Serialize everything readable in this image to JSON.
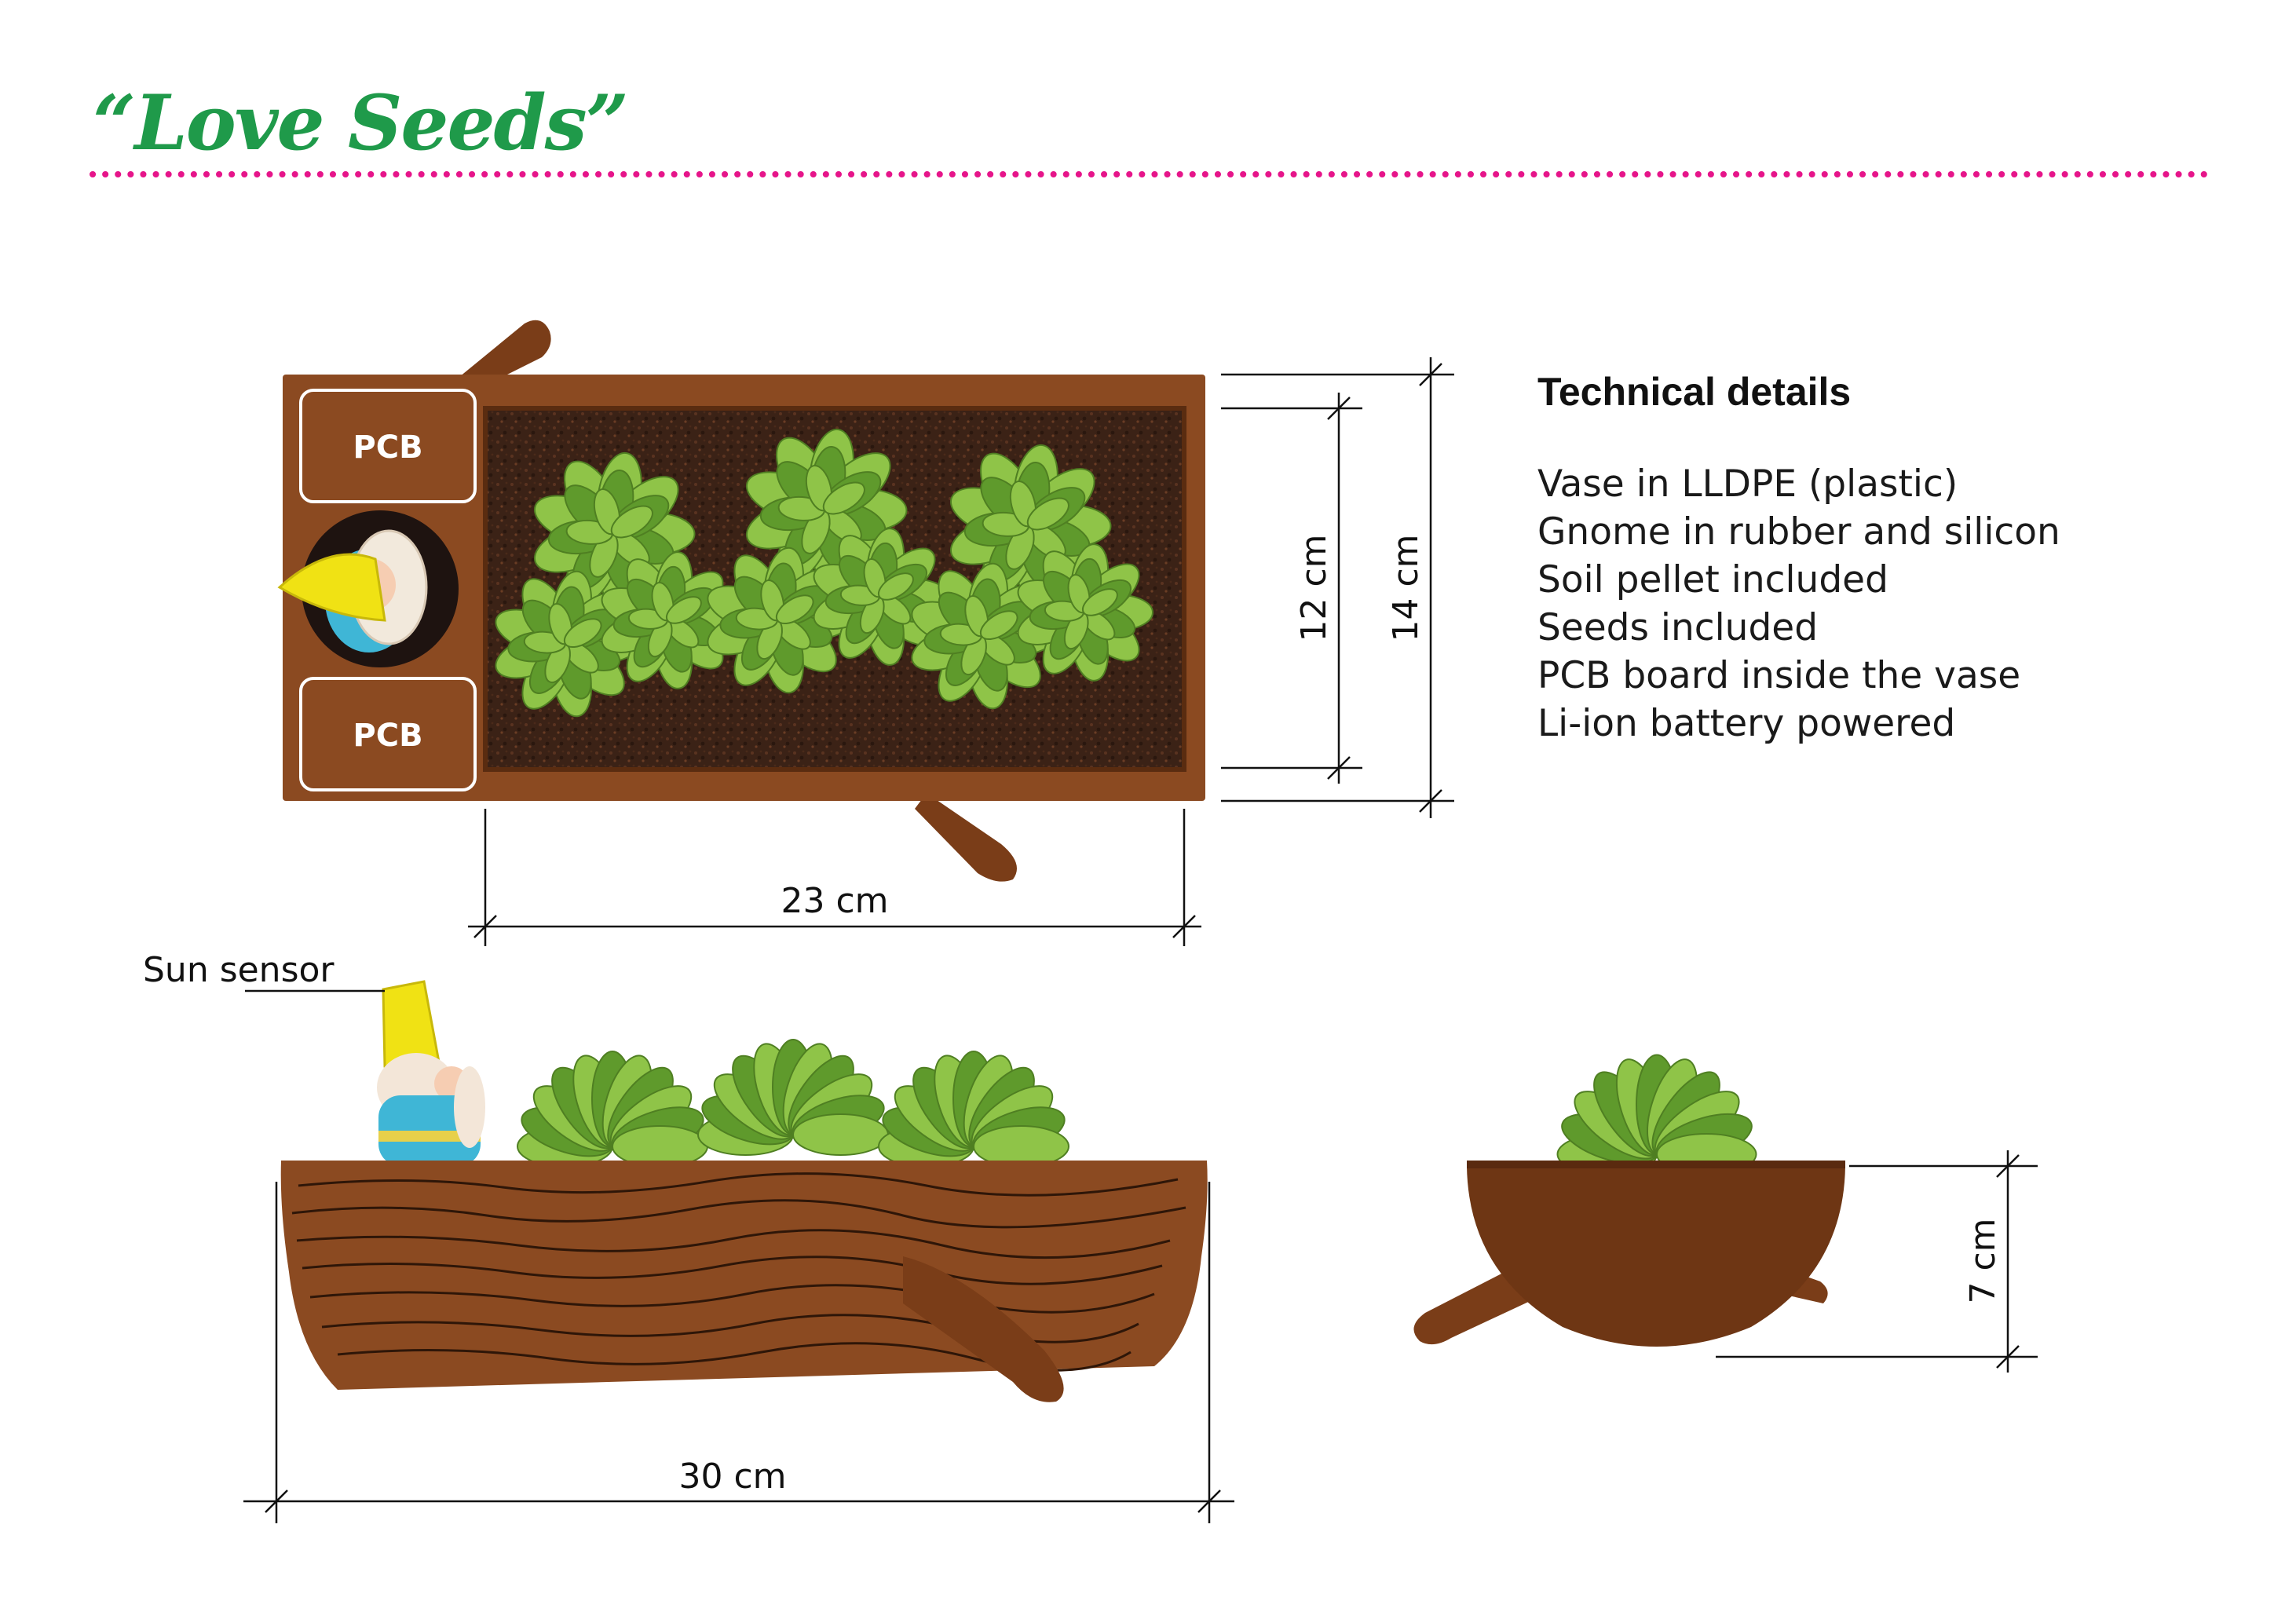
{
  "title": "“Love Seeds”",
  "top_view": {
    "pcb_labels": [
      "PCB",
      "PCB"
    ],
    "width_label": "23 cm",
    "inner_height_label": "12 cm",
    "outer_height_label": "14 cm"
  },
  "technical_details": {
    "heading": "Technical details",
    "lines": [
      "Vase in LLDPE (plastic)",
      "Gnome in rubber and silicon",
      "Soil pellet included",
      "Seeds included",
      "PCB board inside the vase",
      "Li-ion battery powered"
    ]
  },
  "side_view": {
    "callout": "Sun sensor",
    "length_label": "30 cm"
  },
  "end_view": {
    "height_label": "7 cm"
  },
  "colors": {
    "vase_brown": "#8b4a21",
    "vase_dark": "#6e3614",
    "soil": "#3b2216",
    "leaf": "#8fc448",
    "leaf_dark": "#5f9a2c",
    "title_green": "#1f9a4a",
    "divider_pink": "#e6158a",
    "gnome_hat": "#f0e214",
    "gnome_coat": "#3fb6d6"
  }
}
